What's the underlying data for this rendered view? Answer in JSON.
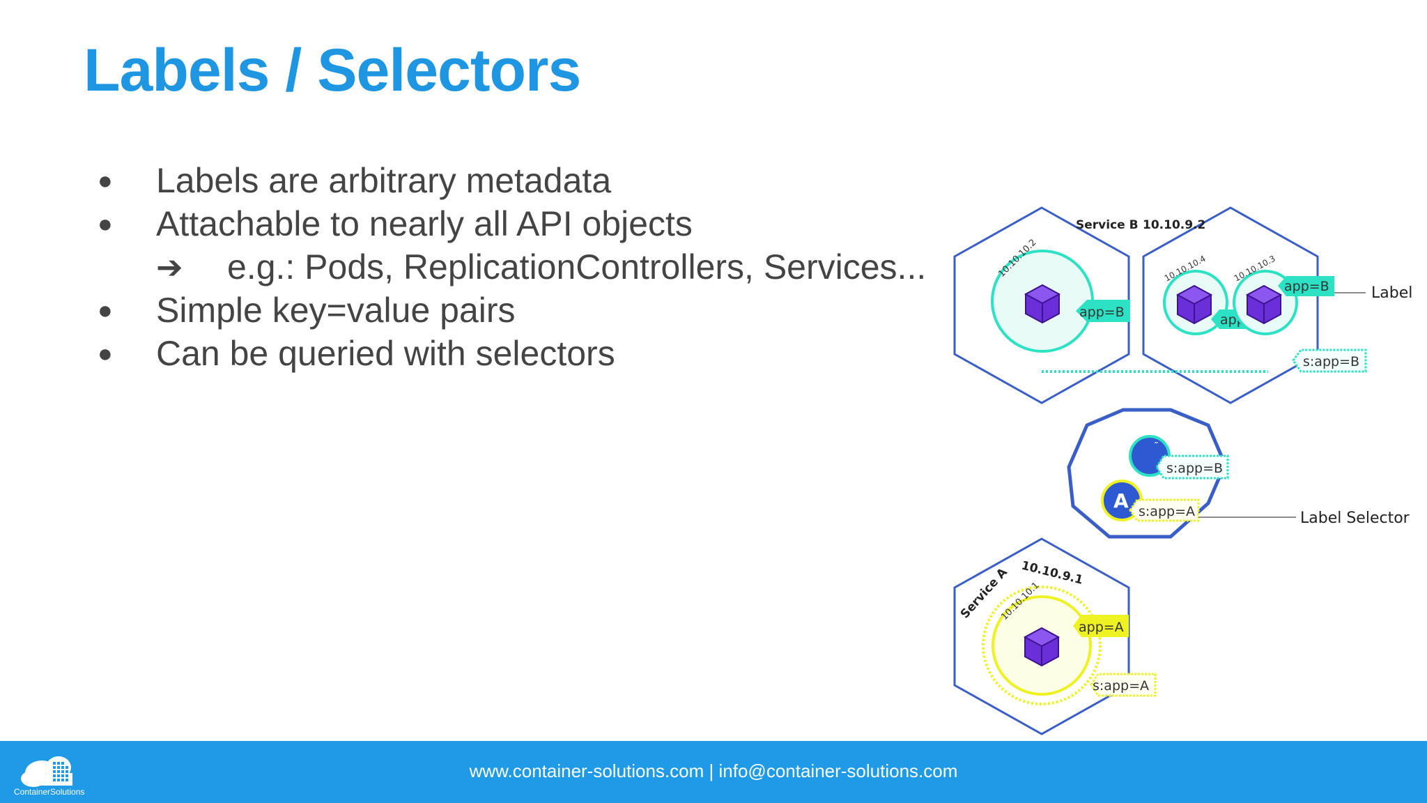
{
  "slide": {
    "title": "Labels / Selectors"
  },
  "bullets": [
    {
      "marker": "●",
      "text": "Labels are arbitrary metadata"
    },
    {
      "marker": "●",
      "text": "Attachable to nearly all API objects"
    },
    {
      "marker": "➔",
      "text": "e.g.: Pods, ReplicationControllers, Services..."
    },
    {
      "marker": "●",
      "text": "Simple key=value pairs"
    },
    {
      "marker": "●",
      "text": "Can be queried with selectors"
    }
  ],
  "diagram": {
    "service_b": {
      "name": "Service B",
      "ip": "10.10.9.2"
    },
    "service_a": {
      "name": "Service A",
      "ip": "10.10.9.1"
    },
    "pods": {
      "b1_ip": "10.10.10.2",
      "b2_ip": "10.10.10.4",
      "b3_ip": "10.10.10.3",
      "a1_ip": "10.10.10.1"
    },
    "labels": {
      "app_b": "app=B",
      "app_a": "app=A",
      "sel_b": "s:app=B",
      "sel_a": "s:app=A"
    },
    "callouts": {
      "label": "Label",
      "label_selector": "Label Selector"
    },
    "proxy_letter": "A",
    "colors": {
      "teal": "#2de2c4",
      "yellow": "#eef223",
      "blue": "#3a5ec8",
      "purple": "#6a2fd8"
    }
  },
  "footer": {
    "contact": "www.container-solutions.com | info@container-solutions.com",
    "logo_text": "ContainerSolutions"
  }
}
